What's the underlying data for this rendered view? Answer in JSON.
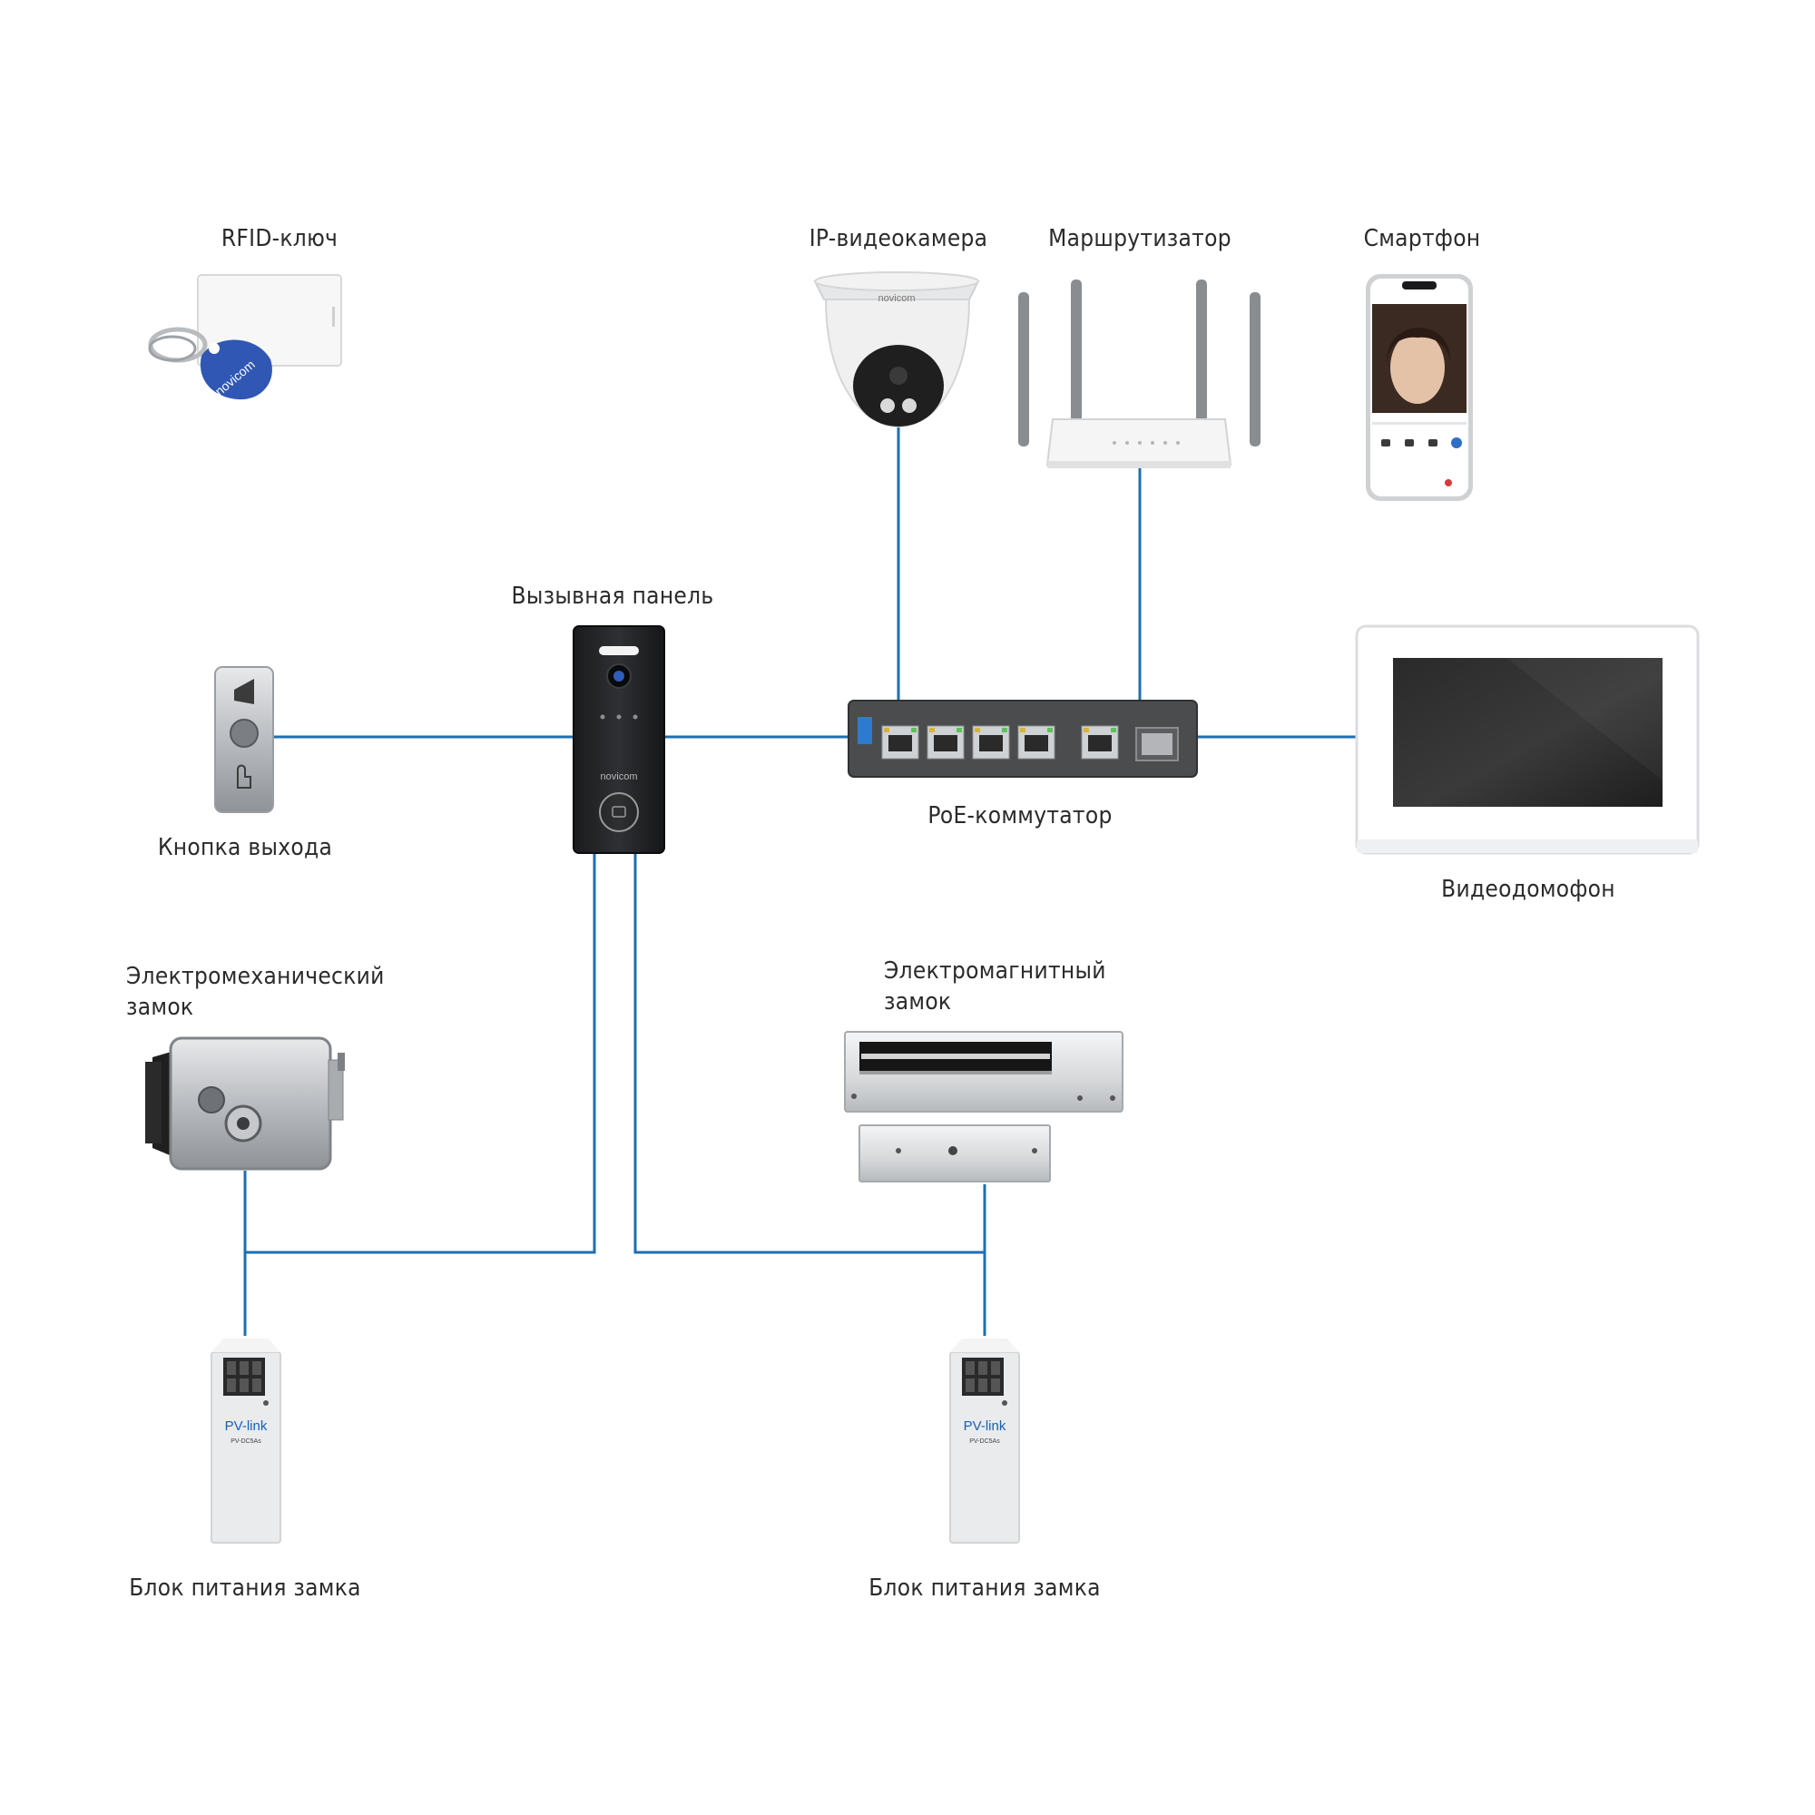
{
  "colors": {
    "wire": "#1e6fb0",
    "background": "#ffffff",
    "label": "#2b2b2b",
    "keyfob": "#2f57b3",
    "psu_brand": "#1b5fb0"
  },
  "devices": {
    "rfid": {
      "label": "RFID-ключ",
      "icon": "rfid-key-icon",
      "brand": "novicom"
    },
    "camera": {
      "label": "IP-видеокамера",
      "icon": "dome-camera-icon",
      "brand": "novicom"
    },
    "router": {
      "label": "Маршрутизатор",
      "icon": "router-icon"
    },
    "smartphone": {
      "label": "Смартфон",
      "icon": "smartphone-icon"
    },
    "call_panel": {
      "label": "Вызывная панель",
      "icon": "call-panel-icon",
      "brand": "novicom"
    },
    "exit_button": {
      "label": "Кнопка выхода",
      "icon": "exit-button-icon"
    },
    "poe_switch": {
      "label": "PoE-коммутатор",
      "icon": "poe-switch-icon"
    },
    "monitor": {
      "label": "Видеодомофон",
      "icon": "video-intercom-monitor-icon"
    },
    "em_lock": {
      "label_line1": "Электромеханический",
      "label_line2": "замок",
      "icon": "electromechanical-lock-icon"
    },
    "mag_lock": {
      "label_line1": "Электромагнитный",
      "label_line2": "замок",
      "icon": "electromagnetic-lock-icon"
    },
    "psu_left": {
      "label": "Блок питания замка",
      "icon": "power-supply-icon",
      "brand": "PV-link",
      "model": "PV-DC5As"
    },
    "psu_right": {
      "label": "Блок питания замка",
      "icon": "power-supply-icon",
      "brand": "PV-link",
      "model": "PV-DC5As"
    }
  }
}
